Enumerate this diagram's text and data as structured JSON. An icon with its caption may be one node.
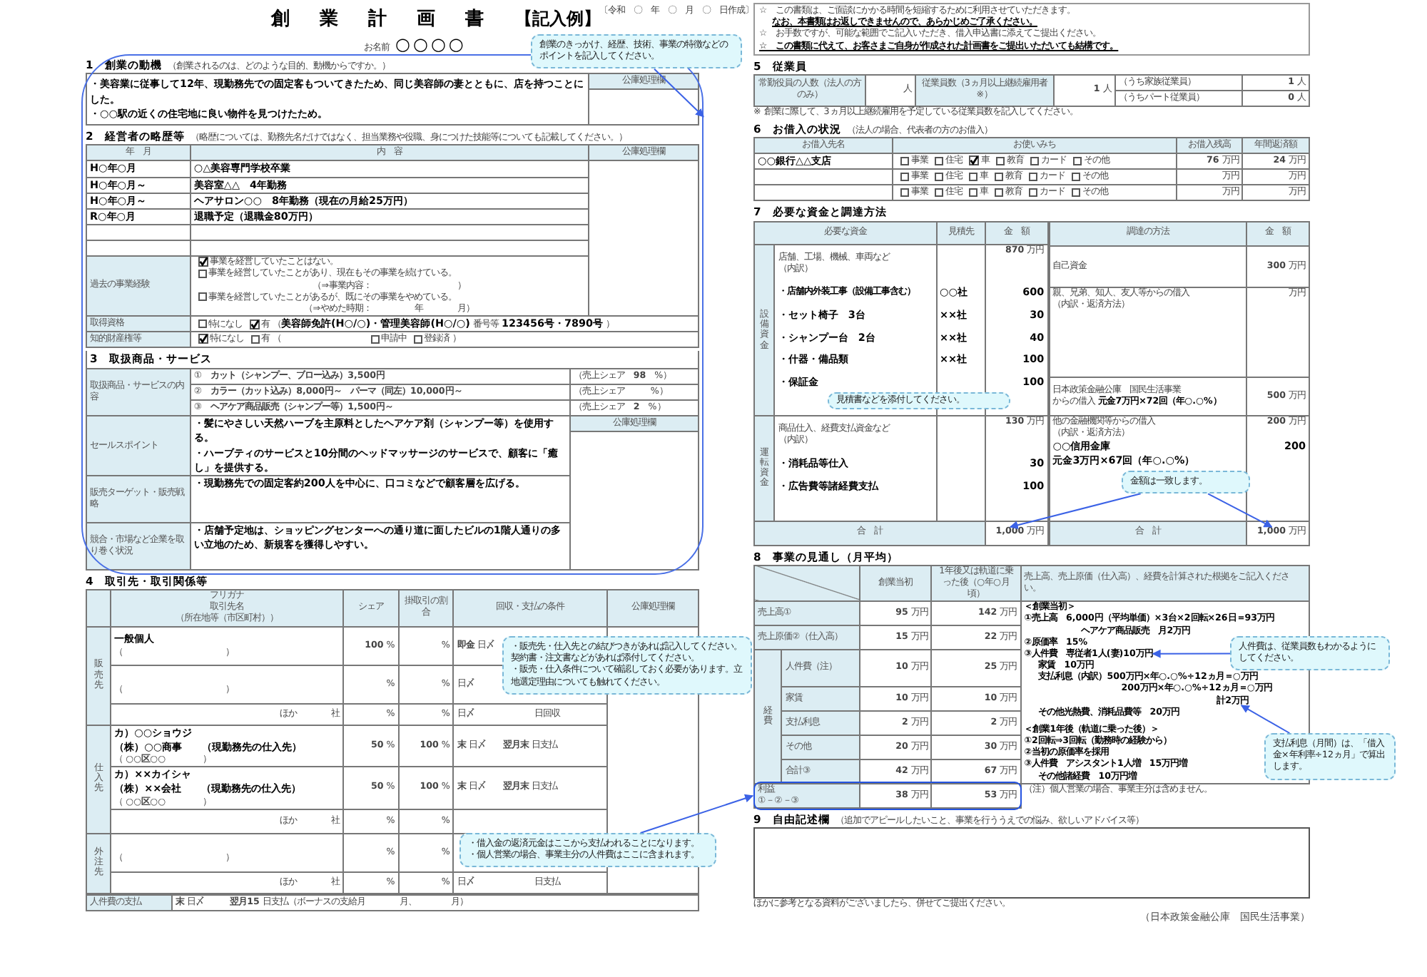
{
  "diagram": {
    "title": "創　業　計　画　書",
    "nodes": [
      {
        "text": [
          "創業のきっかけ、経歴、技術、事業の特徴などのポイントを記入してください。"
        ]
      },
      {
        "text": [],
        "shape": "box"
      },
      {
        "text": [
          "・販売先・仕入先との結びつきがあれば記入してください。契約書・注文書などがあれば添付してください。",
          "・販売・仕入条件について確認しておく必要があります。立地選定理由についても触れてください。"
        ]
      },
      {
        "text": [
          "・借入金の返済元金はここから支払われることになります。",
          "・個人営業の場合、事業主分の人件費はここに含まれます。"
        ]
      },
      {
        "text": [
          "見積書などを添付してください。"
        ]
      },
      {
        "text": [
          "金額は一致します。"
        ]
      },
      {
        "text": [
          "人件費は、従業員数もわかるようにしてください。"
        ]
      },
      {
        "text": [
          "支払利息（月間）は、「借入金×年利率÷12ヵ月」で算出します。"
        ]
      },
      {
        "text": [],
        "shape": "box"
      },
      {
        "text": [
          "**1,000** 万円"
        ]
      },
      {
        "text": [
          "**1,000** 万円"
        ]
      },
      {
        "text": [
          "③人件費　専従者1人(妻)10万円"
        ]
      },
      {
        "text": [
          "計2万円"
        ]
      }
    ],
    "edges": [
      {
        "from": 0,
        "to": 1,
        "arrow": "to"
      },
      {
        "from": 3,
        "to": 8,
        "arrow": "to"
      },
      {
        "from": 5,
        "to": 9,
        "arrow": "to"
      },
      {
        "from": 5,
        "to": 10,
        "arrow": "to"
      },
      {
        "from": 6,
        "to": 11,
        "arrow": "to"
      },
      {
        "from": 7,
        "to": 12,
        "arrow": "to"
      }
    ],
    "labels": [
      "【記入例】",
      "〔令和　〇　年　〇　月　〇　日作成〕",
      "お名前",
      "○○○○",
      "1　創業の動機",
      "（創業されるのは、どのような目的、動機からですか。）",
      "・美容業に従事して12年、現勤務先での固定客もついてきたため、同じ美容師の妻とともに、店を持つことにした。",
      "・○○駅の近くの住宅地に良い物件を見つけたため。",
      "公庫処理欄",
      "2　経営者の略歴等",
      "（略歴については、勤務先名だけではなく、担当業務や役職、身につけた技能等についても記載してください。）",
      "年　月",
      "内　容",
      "公庫処理欄",
      "H○年○月",
      "○△美容専門学校卒業",
      "H○年○月～",
      "美容室△△　4年勤務",
      "H○年○月～",
      "ヘアサロン○○　8年勤務（現在の月給25万円）",
      "R○年○月",
      "退職予定（退職金80万円）",
      "過去の事業経験",
      "事業を経営していたことはない。",
      "事業を経営していたことがあり、現在もその事業を続けている。",
      "（⇒事業内容：　　　　　　　　　　）",
      "事業を経営していたことがあるが、既にその事業をやめている。",
      "（⇒やめた時期：　　　　　年　　　　月）",
      "取得資格",
      "特になし",
      "有",
      "（",
      "美容師免許(H○/○)・管理美容師(H○/○)",
      "番号等",
      "123456号・7890号",
      "）",
      "知的財産権等",
      "特になし",
      "有",
      "（",
      "申請中",
      "登録済",
      "）",
      "3　取扱商品・サービス",
      "取扱商品・サービスの内容",
      "①　**カット（シャンプー、ブロー込み）3,500円**",
      "（売上シェア　**98**　%）",
      "②　**カラー（カット込み）8,000円～　パーマ（同左）10,000円～**",
      "（売上シェア　　　%）",
      "③　**ヘアケア商品販売（シャンプー等）1,500円～**",
      "（売上シェア　**2**　%）",
      "セールスポイント",
      "・髪にやさしい天然ハーブを主原料としたヘアケア剤（シャンプー等）を使用する。",
      "・ハーブティのサービスと10分間のヘッドマッサージのサービスで、顧客に「癒し」を提供する。",
      "公庫処理欄",
      "販売ターゲット・販売戦略",
      "・現勤務先での固定客約200人を中心に、口コミなどで顧客層を広げる。",
      "競合・市場など企業を取り巻く状況",
      "・店舗予定地は、ショッピングセンターへの通り道に面したビルの1階人通りの多い立地のため、新規客を獲得しやすい。",
      "4　取引先・取引関係等",
      "フリガナ",
      "取引先名",
      "（所在地等（市区町村））",
      "シェア",
      "掛取引の割合",
      "回収・支払の条件",
      "公庫処理欄",
      "販売先",
      "一般個人",
      "（　　　　　　　　　　　　）",
      "**100** %",
      "%",
      "**即金** 日〆",
      "（　　　　　　　　　　　　）",
      "%",
      "%",
      "日〆",
      "ほか　　　　社",
      "%",
      "%",
      "日〆　　　　　　　日回収",
      "仕入先",
      "カ）○○ショウジ",
      "（株）○○商事　　（現勤務先の仕入先）",
      "（ **○○区○○** 　　　　）",
      "**50** %",
      "**100** %",
      "**末** 日〆　　**翌月末** 日支払",
      "カ）××カイシャ",
      "（株）××会社　　（現勤務先の仕入先）",
      "（ **○○区○○** 　　　　）",
      "**50** %",
      "**100** %",
      "**末** 日〆　　**翌月末** 日支払",
      "ほか　　　　社",
      "%",
      "%",
      "外注先",
      "（　　　　　　　　　　　　）",
      "%",
      "%",
      "ほか　　　　社",
      "%",
      "%",
      "日〆　　　　　　　日支払",
      "人件費の支払",
      "**末** 日〆　　　**翌月15** 日支払（ボーナスの支給月　　　　月、　　　　月）",
      "☆　この書類は、ご面談にかかる時間を短縮するために利用させていただきます。",
      "なお、本書類はお返しできませんので、あらかじめご了承ください。",
      "☆　お手数ですが、可能な範囲でご記入いただき、借入申込書に添えてご提出ください。",
      "☆　この書類に代えて、お客さまご自身が作成された計画書をご提出いただいても結構です。",
      "5　従業員",
      "常勤役員の人数（法人の方のみ）",
      "人",
      "従業員数（3ヵ月以上継続雇用者※）",
      "**1** 人",
      "（うち家族従業員）",
      "**1** 人",
      "（うちパート従業員）",
      "**0** 人",
      "※ 創業に際して、3ヵ月以上継続雇用を予定している従業員数を記入してください。",
      "6　お借入の状況",
      "（法人の場合、代表者の方のお借入）",
      "お借入先名",
      "お使いみち",
      "お借入残高",
      "年間返済額",
      "○○銀行△△支店",
      "事業",
      "住宅",
      "車",
      "教育",
      "カード",
      "その他",
      "**76** 万円",
      "**24** 万円",
      "事業",
      "住宅",
      "車",
      "教育",
      "カード",
      "その他",
      "万円",
      "万円",
      "事業",
      "住宅",
      "車",
      "教育",
      "カード",
      "その他",
      "万円",
      "万円",
      "7　必要な資金と調達方法",
      "必要な資金",
      "見積先",
      "金　額",
      "設備資金",
      "店舗、工場、機械、車両など",
      "（内訳）",
      "**870** 万円",
      "・店舗内外装工事（設備工事含む）",
      "○○社",
      "600",
      "・セット椅子　3台",
      "××社",
      "30",
      "・シャンプー台　2台",
      "××社",
      "40",
      "・什器・備品類",
      "××社",
      "100",
      "・保証金",
      "100",
      "運転資金",
      "商品仕入、経費支払資金など",
      "（内訳）",
      "**130** 万円",
      "・消耗品等仕入",
      "30",
      "・広告費等諸経費支払",
      "100",
      "合　計",
      "調達の方法",
      "金　額",
      "自己資金",
      "**300** 万円",
      "親、兄弟、知人、友人等からの借入",
      "（内訳・返済方法）",
      "万円",
      "日本政策金融公庫　国民生活事業",
      "からの借入",
      "元金7万円×72回（年○.○%）",
      "**500** 万円",
      "他の金融機関等からの借入",
      "（内訳・返済方法）",
      "○○信用金庫",
      "元金3万円×67回（年○.○%）",
      "**200** 万円",
      "200",
      "合　計",
      "8　事業の見通し（月平均）",
      "創業当初",
      "1年後又は軌道に乗った後（○年○月頃）",
      "売上高、売上原価（仕入高）、経費を計算された根拠をご記入ください。",
      "売上高①",
      "**95** 万円",
      "**142** 万円",
      "＜創業当初＞",
      "①売上高　6,000円（平均単価）×3台×2回転×26日＝93万円",
      "ヘアケア商品販売　月2万円",
      "②原価率　15%",
      "家賃　10万円",
      "支払利息（内訳）500万円×年○.○%÷12ヵ月＝○万円",
      "200万円×年○.○%÷12ヵ月＝○万円",
      "その他光熱費、消耗品費等　20万円",
      "＜創業1年後（軌道に乗った後）＞",
      "①2回転⇒3回転（勤務時の経験から）",
      "②当初の原価率を採用",
      "③人件費　アシスタント1人増　15万円増",
      "その他諸経費　10万円増",
      "売上原価②（仕入高）",
      "**15** 万円",
      "**22** 万円",
      "経費",
      "人件費（注）",
      "**10** 万円",
      "**25** 万円",
      "家賃",
      "**10** 万円",
      "**10** 万円",
      "支払利息",
      "**2** 万円",
      "**2** 万円",
      "その他",
      "**20** 万円",
      "**30** 万円",
      "合計③",
      "**42** 万円",
      "**67** 万円",
      "利益",
      "①－②－③",
      "**38** 万円",
      "**53** 万円",
      "（注）個人営業の場合、事業主分は含めません。",
      "9　自由記述欄",
      "（追加でアピールしたいこと、事業を行ううえでの悩み、欲しいアドバイス等）",
      "ほかに参考となる資料がございましたら、併せてご提出ください。",
      "（日本政策金融公庫　国民生活事業）"
    ]
  }
}
